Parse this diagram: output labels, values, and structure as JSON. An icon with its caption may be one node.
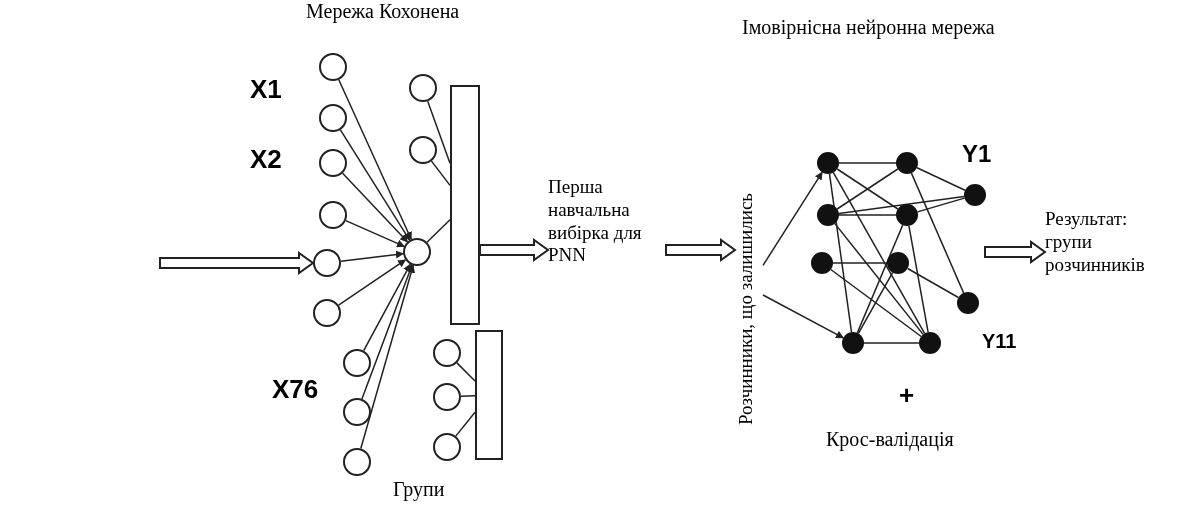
{
  "diagram": {
    "title": "Імовірнісна нейронна мережа",
    "nodes": [
      {
        "text": [],
        "shape": "circle"
      },
      {
        "text": [],
        "shape": "circle"
      },
      {
        "text": [],
        "shape": "circle"
      },
      {
        "text": [],
        "shape": "circle"
      },
      {
        "text": [],
        "shape": "circle"
      },
      {
        "text": [],
        "shape": "circle"
      },
      {
        "text": [],
        "shape": "circle"
      },
      {
        "text": [],
        "shape": "circle"
      },
      {
        "text": [],
        "shape": "circle"
      },
      {
        "text": [],
        "shape": "circle"
      },
      {
        "text": [],
        "shape": "circle"
      },
      {
        "text": [],
        "shape": "circle"
      },
      {
        "text": [],
        "shape": "bar"
      },
      {
        "text": [],
        "shape": "circle"
      },
      {
        "text": [],
        "shape": "circle"
      },
      {
        "text": [],
        "shape": "circle"
      },
      {
        "text": [],
        "shape": "bar"
      },
      {
        "text": [
          "Перша навчальна вибірка для PNN"
        ]
      },
      {
        "text": [
          "Розчинники, що залишились"
        ]
      },
      {
        "text": [],
        "shape": "circle"
      },
      {
        "text": [],
        "shape": "circle"
      },
      {
        "text": [],
        "shape": "circle"
      },
      {
        "text": [],
        "shape": "circle"
      },
      {
        "text": [],
        "shape": "circle"
      },
      {
        "text": [],
        "shape": "circle"
      },
      {
        "text": [],
        "shape": "circle"
      },
      {
        "text": [],
        "shape": "circle"
      },
      {
        "text": [],
        "shape": "circle"
      },
      {
        "text": [],
        "shape": "circle"
      },
      {
        "text": [
          "Результат: групи розчинників"
        ]
      }
    ],
    "edges": [
      {
        "from": 0,
        "to": 11,
        "arrow": "to"
      },
      {
        "from": 1,
        "to": 11,
        "arrow": "to"
      },
      {
        "from": 2,
        "to": 11,
        "arrow": "to"
      },
      {
        "from": 3,
        "to": 11,
        "arrow": "to"
      },
      {
        "from": 4,
        "to": 11,
        "arrow": "to"
      },
      {
        "from": 5,
        "to": 11,
        "arrow": "to"
      },
      {
        "from": 6,
        "to": 11,
        "arrow": "to"
      },
      {
        "from": 7,
        "to": 11,
        "arrow": "to"
      },
      {
        "from": 8,
        "to": 11,
        "arrow": "to"
      },
      {
        "from": 9,
        "to": 12,
        "arrow": "none"
      },
      {
        "from": 10,
        "to": 12,
        "arrow": "none"
      },
      {
        "from": 11,
        "to": 12,
        "arrow": "none"
      },
      {
        "from": 13,
        "to": 16,
        "arrow": "none"
      },
      {
        "from": 14,
        "to": 16,
        "arrow": "none"
      },
      {
        "from": 15,
        "to": 16,
        "arrow": "none"
      },
      {
        "from": 12,
        "to": 17,
        "arrow": "to",
        "style": "thick"
      },
      {
        "from": 17,
        "to": 18,
        "arrow": "to",
        "style": "thick"
      },
      {
        "from": 18,
        "to": 19,
        "arrow": "to"
      },
      {
        "from": 18,
        "to": 27,
        "arrow": "to"
      },
      {
        "from": null,
        "to": 4,
        "arrow": "to",
        "style": "thick"
      },
      {
        "from": null,
        "to": 29,
        "arrow": "to",
        "style": "thick"
      },
      {
        "from": 19,
        "to": 20,
        "arrow": "none"
      },
      {
        "from": 22,
        "to": 23,
        "arrow": "none"
      },
      {
        "from": 19,
        "to": 23,
        "arrow": "none"
      },
      {
        "from": 22,
        "to": 20,
        "arrow": "none"
      },
      {
        "from": 20,
        "to": 21,
        "arrow": "none"
      },
      {
        "from": 23,
        "to": 21,
        "arrow": "none"
      },
      {
        "from": 22,
        "to": 21,
        "arrow": "none"
      },
      {
        "from": 24,
        "to": 25,
        "arrow": "none"
      },
      {
        "from": 25,
        "to": 26,
        "arrow": "none"
      },
      {
        "from": 27,
        "to": 28,
        "arrow": "none"
      },
      {
        "from": 19,
        "to": 27,
        "arrow": "none"
      },
      {
        "from": 19,
        "to": 28,
        "arrow": "none"
      },
      {
        "from": 22,
        "to": 28,
        "arrow": "none"
      },
      {
        "from": 23,
        "to": 27,
        "arrow": "none"
      },
      {
        "from": 24,
        "to": 28,
        "arrow": "none"
      },
      {
        "from": 25,
        "to": 27,
        "arrow": "none"
      },
      {
        "from": 20,
        "to": 26,
        "arrow": "none"
      },
      {
        "from": 23,
        "to": 28,
        "arrow": "none"
      }
    ],
    "labels": [
      "Мережа Кохонена",
      "X1",
      "X2",
      "X76",
      "Групи",
      "Y1",
      "Y11",
      "+",
      "Крос-валідація"
    ]
  }
}
